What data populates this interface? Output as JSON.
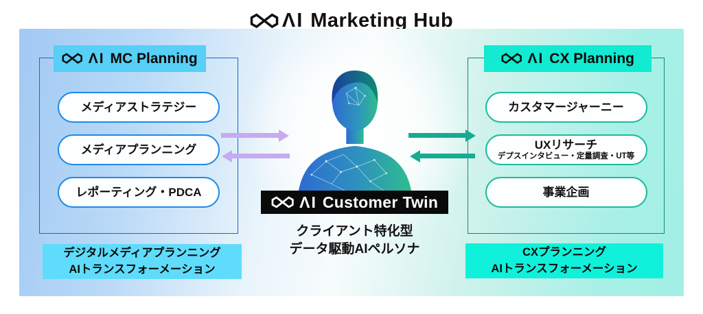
{
  "title": {
    "brand": "ΛI",
    "label": "Marketing Hub"
  },
  "left_panel": {
    "header": {
      "brand": "ΛI",
      "label": "MC Planning"
    },
    "items": [
      {
        "label": "メディアストラテジー"
      },
      {
        "label": "メディアプランニング"
      },
      {
        "label": "レポーティング・PDCA"
      }
    ],
    "footer": {
      "line1": "デジタルメディアプランニング",
      "line2": "AIトランスフォーメーション"
    }
  },
  "right_panel": {
    "header": {
      "brand": "ΛI",
      "label": "CX Planning"
    },
    "items": [
      {
        "label": "カスタマージャーニー"
      },
      {
        "label": "UXリサーチ",
        "sublabel": "デプスインタビュー・定量調査・UT等"
      },
      {
        "label": "事業企画"
      }
    ],
    "footer": {
      "line1": "CXプランニング",
      "line2": "AIトランスフォーメーション"
    }
  },
  "center": {
    "badge": {
      "brand": "ΛI",
      "label": "Customer Twin"
    },
    "caption_line1": "クライアント特化型",
    "caption_line2": "データ駆動AIペルソナ"
  },
  "colors": {
    "left_header_bg": "#57cff6",
    "left_panel_border": "#1766cf",
    "left_pill_border": "#1e8ae8",
    "left_footer_bg": "#5fdcfb",
    "left_arrow": "#c6abf1",
    "right_header_bg": "#12ead2",
    "right_panel_border": "#0c8b78",
    "right_pill_border": "#1abb9e",
    "right_footer_bg": "#0ff1da",
    "right_arrow": "#16ab92",
    "badge_bg": "#0a0a0a",
    "bg_gradient_left": "#a2c9f3",
    "bg_gradient_right": "#a3efe4"
  }
}
